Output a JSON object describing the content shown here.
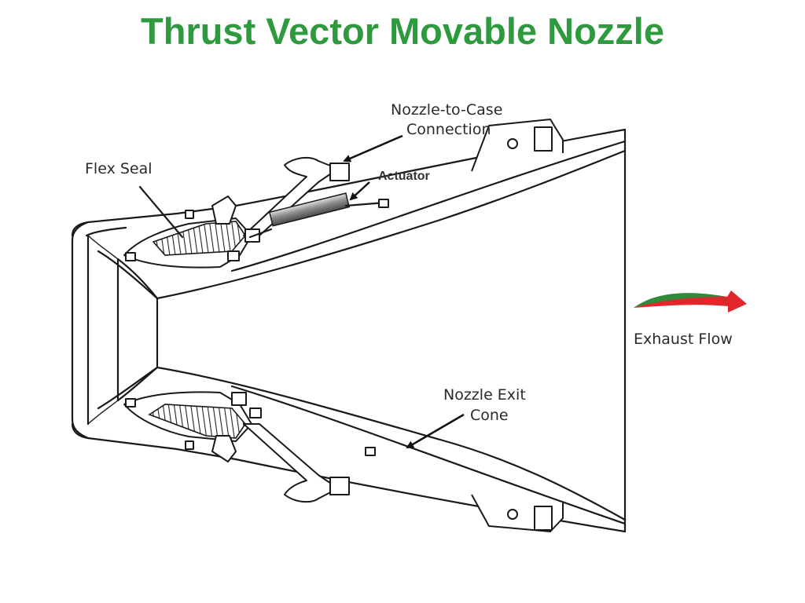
{
  "title": "Thrust Vector Movable Nozzle",
  "labels": {
    "flex_seal": "Flex Seal",
    "nozzle_to_case_line1": "Nozzle-to-Case",
    "nozzle_to_case_line2": "Connection",
    "actuator": "Actuator",
    "exhaust_flow": "Exhaust Flow",
    "nozzle_exit_line1": "Nozzle Exit",
    "nozzle_exit_line2": "Cone"
  },
  "colors": {
    "title": "#2e9a3e",
    "arrow_green": "#2e8b3a",
    "arrow_red": "#e3262b",
    "actuator_fill": "#8c8c8c"
  },
  "icons": {
    "exhaust_arrow": "exhaust-flow-arrow-icon"
  }
}
